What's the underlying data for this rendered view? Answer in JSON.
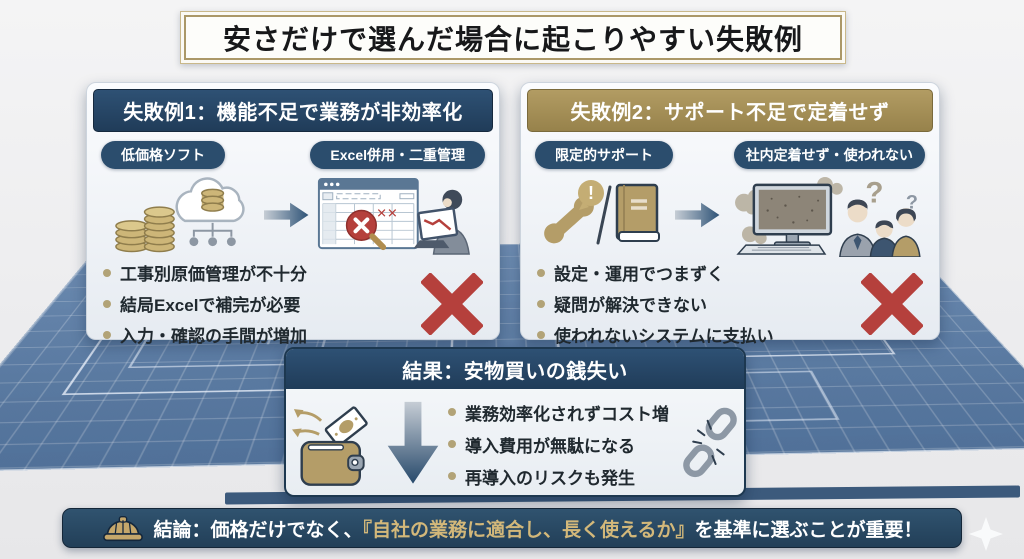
{
  "title": "安さだけで選んだ場合に起こりやすい失敗例",
  "failure1": {
    "header": "失敗例1：機能不足で業務が非効率化",
    "tag_left": "低価格ソフト",
    "tag_right": "Excel併用・二重管理",
    "bullets": [
      "工事別原価管理が不十分",
      "結局Excelで補完が必要",
      "入力・確認の手間が増加"
    ]
  },
  "failure2": {
    "header": "失敗例2：サポート不足で定着せず",
    "tag_left": "限定的サポート",
    "tag_right": "社内定着せず・使われない",
    "bullets": [
      "設定・運用でつまずく",
      "疑問が解決できない",
      "使われないシステムに支払い"
    ]
  },
  "result": {
    "header": "結果：安物買いの銭失い",
    "bullets": [
      "業務効率化されずコスト増",
      "導入費用が無駄になる",
      "再導入のリスクも発生"
    ]
  },
  "conclusion": {
    "prefix": "結論：価格だけでなく、",
    "highlight": "『自社の業務に適合し、長く使えるか』",
    "suffix": "を基準に選ぶことが重要！"
  },
  "icons": {
    "exclaim": "!",
    "question": "?",
    "spreadsheet_errors": "✕✕"
  },
  "colors": {
    "navy": "#24425f",
    "gold": "#a8925a",
    "red": "#b5403c",
    "tan": "#b49d68",
    "blueprint": "#5d7fa9",
    "highlight_text": "#d3b87a"
  }
}
